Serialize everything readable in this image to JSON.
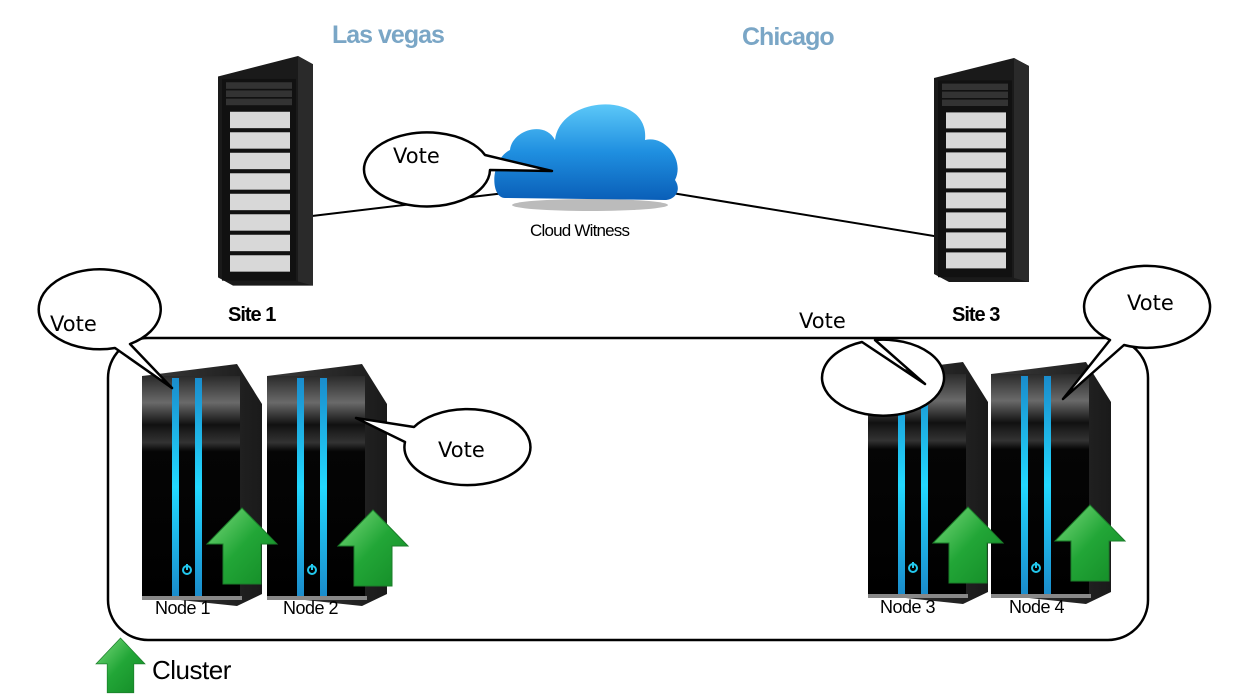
{
  "diagram": {
    "sites": [
      {
        "title": "Las vegas",
        "label": "Site 1"
      },
      {
        "title": "Chicago",
        "label": "Site 3"
      }
    ],
    "witness": {
      "label": "Cloud Witness",
      "vote": "Vote"
    },
    "nodes": [
      {
        "label": "Node 1",
        "vote": "Vote"
      },
      {
        "label": "Node 2",
        "vote": "Vote"
      },
      {
        "label": "Node 3",
        "vote": "Vote"
      },
      {
        "label": "Node 4",
        "vote": "Vote"
      }
    ],
    "legend": {
      "label": "Cluster",
      "icon": "green-up-arrow-icon"
    },
    "colors": {
      "site_title": "#7aa6c6",
      "cloud": "#1f8fe0",
      "arrow": "#22a637",
      "server_stripe": "#1fc8f5",
      "rack": "#1a1a1a"
    }
  }
}
